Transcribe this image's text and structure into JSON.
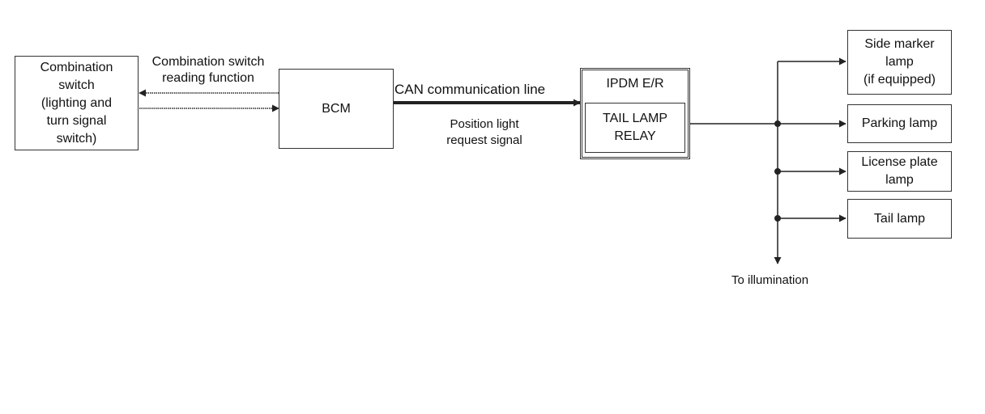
{
  "blocks": {
    "combination_switch": "Combination\nswitch\n(lighting and\nturn signal\nswitch)",
    "bcm": "BCM",
    "ipdm": "IPDM E/R",
    "tail_lamp_relay": "TAIL LAMP\nRELAY",
    "side_marker": "Side marker\nlamp\n(if equipped)",
    "parking_lamp": "Parking lamp",
    "license_plate_lamp": "License plate\nlamp",
    "tail_lamp": "Tail lamp"
  },
  "labels": {
    "reading_function": "Combination switch\nreading function",
    "can_line": "CAN communication line",
    "position_request": "Position light\nrequest signal",
    "to_illumination": "To illumination"
  },
  "colors": {
    "line": "#222222",
    "border": "#333333"
  }
}
